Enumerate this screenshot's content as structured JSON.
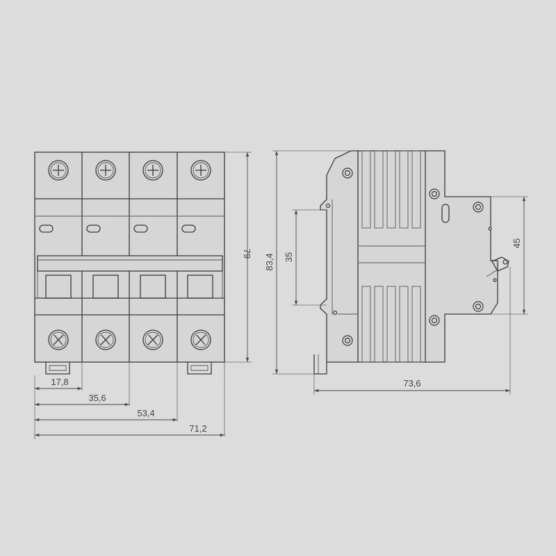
{
  "front_view": {
    "dimensions": {
      "pole_width": "17,8",
      "two_pole_width": "35,6",
      "three_pole_width": "53,4",
      "four_pole_width": "71,2",
      "height": "79"
    }
  },
  "side_view": {
    "dimensions": {
      "overall_height": "83,4",
      "rail_width": "35",
      "window_height": "45",
      "depth": "73,6"
    }
  }
}
